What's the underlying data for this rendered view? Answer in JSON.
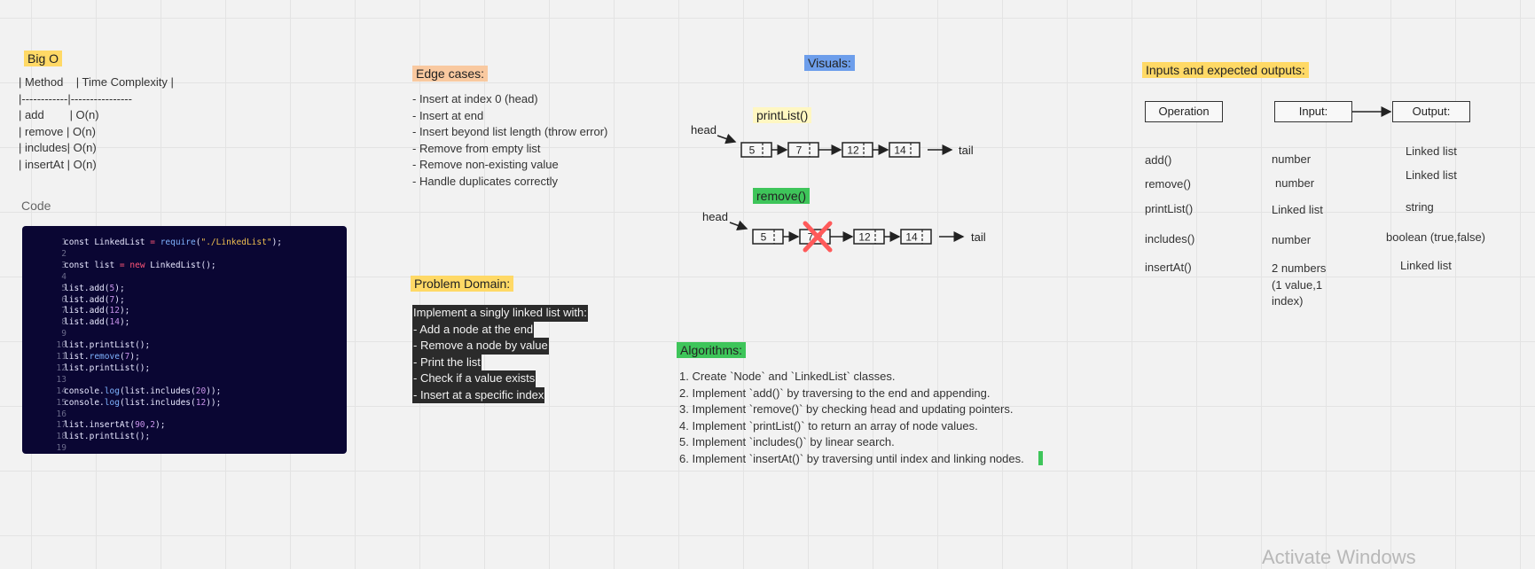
{
  "big_o": {
    "title": "Big O",
    "lines": [
      "| Method    | Time Complexity |",
      "|------------|----------------",
      "| add        | O(n)",
      "| remove | O(n)",
      "| includes| O(n)",
      "| insertAt | O(n)"
    ]
  },
  "code_section": {
    "label": "Code",
    "lines": [
      {
        "n": "1",
        "code": "const LinkedList = require(\"./LinkedList\");"
      },
      {
        "n": "2",
        "code": ""
      },
      {
        "n": "3",
        "code": "const list = new LinkedList();"
      },
      {
        "n": "4",
        "code": ""
      },
      {
        "n": "5",
        "code": "list.add(5);"
      },
      {
        "n": "6",
        "code": "list.add(7);"
      },
      {
        "n": "7",
        "code": "list.add(12);"
      },
      {
        "n": "8",
        "code": "list.add(14);"
      },
      {
        "n": "9",
        "code": ""
      },
      {
        "n": "10",
        "code": "list.printList();"
      },
      {
        "n": "11",
        "code": "list.remove(7);"
      },
      {
        "n": "12",
        "code": "list.printList();"
      },
      {
        "n": "13",
        "code": ""
      },
      {
        "n": "14",
        "code": "console.log(list.includes(20));"
      },
      {
        "n": "15",
        "code": "console.log(list.includes(12));"
      },
      {
        "n": "16",
        "code": ""
      },
      {
        "n": "17",
        "code": "list.insertAt(90,2);"
      },
      {
        "n": "18",
        "code": "list.printList();"
      },
      {
        "n": "19",
        "code": ""
      }
    ]
  },
  "edge_cases": {
    "title": "Edge cases:",
    "lines": [
      "- Insert at index 0 (head)",
      "- Insert at end",
      "- Insert beyond list length (throw error)",
      "- Remove from empty list",
      "- Remove non-existing value",
      "- Handle duplicates correctly"
    ]
  },
  "problem_domain": {
    "title": "Problem Domain:",
    "lines": [
      "Implement a singly linked list with:",
      "- Add a node at the end",
      "- Remove a node by value",
      "- Print the list",
      "- Check if a value exists",
      "- Insert at a specific index"
    ]
  },
  "visuals": {
    "title": "Visuals:",
    "print_label": "printList()",
    "remove_label": "remove()",
    "head": "head",
    "tail": "tail",
    "print_nodes": [
      "5",
      "7",
      "12",
      "14"
    ],
    "remove_nodes": [
      "5",
      "7",
      "12",
      "14"
    ]
  },
  "algorithms": {
    "title": "Algorithms:",
    "lines": [
      "1. Create `Node` and `LinkedList` classes.",
      "2. Implement `add()` by traversing to the end and appending.",
      "3. Implement `remove()` by checking head and updating pointers.",
      "4. Implement `printList()` to return an array of node values.",
      "5. Implement `includes()` by linear search.",
      "6. Implement `insertAt()` by traversing until index and linking nodes."
    ]
  },
  "io": {
    "title": "Inputs and expected outputs:",
    "headers": {
      "operation": "Operation",
      "input": "Input:",
      "output": "Output:"
    },
    "rows": [
      {
        "op": "add()",
        "input": "number",
        "output": "Linked list"
      },
      {
        "op": "remove()",
        "input": "number",
        "output": "Linked list"
      },
      {
        "op": "printList()",
        "input": "Linked list",
        "output": "string"
      },
      {
        "op": "includes()",
        "input": "number",
        "output": "boolean (true,false)"
      },
      {
        "op": "insertAt()",
        "input": "2 numbers\n(1 value,1\nindex)",
        "output": "Linked list"
      }
    ]
  },
  "watermark": "Activate Windows",
  "colors": {
    "yellow": "#ffd966",
    "peach": "#f9c9a0",
    "blue": "#6d9eeb",
    "green": "#3ec55a",
    "code_bg": "#0a0633",
    "cross": "#ff5a5a"
  }
}
